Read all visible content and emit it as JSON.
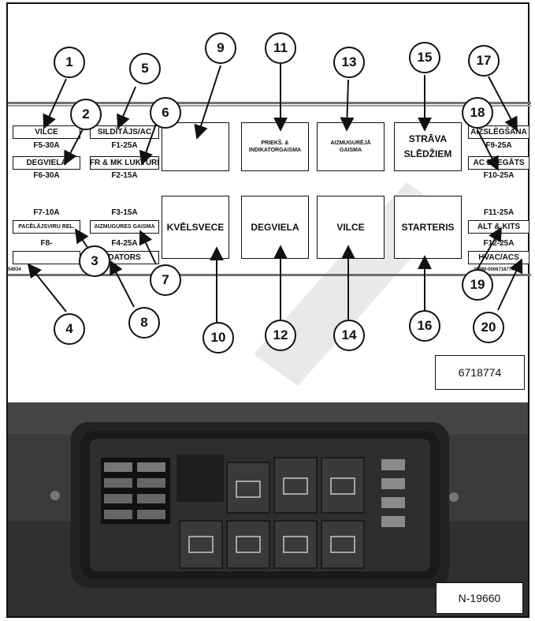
{
  "fuse_labels": {
    "vilce": "VILCE",
    "f5": "F5-30A",
    "silde": "SILDĪTĀJS/AC",
    "f1": "F1-25A",
    "degviela_top": "DEGVIELA",
    "f6": "F6-30A",
    "frmk": "FR & MK LUKTURI",
    "f2": "F2-15A",
    "aizslegsana": "AIZSLĒGŠANA",
    "f9": "F9-25A",
    "acdzegats": "AC DZEGĀTS",
    "f10": "F10-25A",
    "f7": "F7-10A",
    "pacelajs": "PACĒLĀJSVIRU REL.",
    "f3": "F3-15A",
    "aizmugures": "AIZMUGURES GAISMA",
    "f8": "F8-",
    "f4": "F4-25A",
    "dators": "DATORS",
    "f11": "F11-25A",
    "altkits": "ALT & KITS",
    "f12": "F12-25A",
    "hvacacs": "HVAC/ACS",
    "edge_left": "54934",
    "edge_right": "NWM-0006718774-L"
  },
  "relays": {
    "r9": "",
    "r11_line1": "PRIEKŠ. &",
    "r11_line2": "INDIKATORGAISMA",
    "r13_line1": "AIZMUGURĒJĀ",
    "r13_line2": "GAISMA",
    "r15_line1": "STRĀVA",
    "r15_line2": "SLĒDŽIEM",
    "r10": "KVĒLSVECE",
    "r12": "DEGVIELA",
    "r14": "VILCE",
    "r16": "STARTERIS"
  },
  "callouts": [
    "1",
    "2",
    "3",
    "4",
    "5",
    "6",
    "7",
    "8",
    "9",
    "10",
    "11",
    "12",
    "13",
    "14",
    "15",
    "16",
    "17",
    "18",
    "19",
    "20"
  ],
  "figure_ref": "6718774",
  "photo_ref": "N-19660"
}
